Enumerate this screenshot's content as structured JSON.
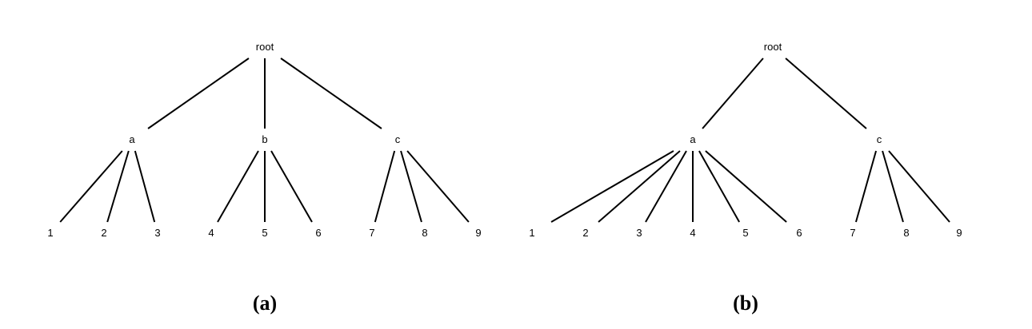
{
  "trees": [
    {
      "caption": "(a)",
      "nodes": [
        {
          "id": "root",
          "label": "root"
        },
        {
          "id": "a",
          "label": "a"
        },
        {
          "id": "b",
          "label": "b"
        },
        {
          "id": "c",
          "label": "c"
        },
        {
          "id": "n1",
          "label": "1"
        },
        {
          "id": "n2",
          "label": "2"
        },
        {
          "id": "n3",
          "label": "3"
        },
        {
          "id": "n4",
          "label": "4"
        },
        {
          "id": "n5",
          "label": "5"
        },
        {
          "id": "n6",
          "label": "6"
        },
        {
          "id": "n7",
          "label": "7"
        },
        {
          "id": "n8",
          "label": "8"
        },
        {
          "id": "n9",
          "label": "9"
        }
      ],
      "edges": [
        [
          "root",
          "a"
        ],
        [
          "root",
          "b"
        ],
        [
          "root",
          "c"
        ],
        [
          "a",
          "n1"
        ],
        [
          "a",
          "n2"
        ],
        [
          "a",
          "n3"
        ],
        [
          "b",
          "n4"
        ],
        [
          "b",
          "n5"
        ],
        [
          "b",
          "n6"
        ],
        [
          "c",
          "n7"
        ],
        [
          "c",
          "n8"
        ],
        [
          "c",
          "n9"
        ]
      ]
    },
    {
      "caption": "(b)",
      "nodes": [
        {
          "id": "root",
          "label": "root"
        },
        {
          "id": "a",
          "label": "a"
        },
        {
          "id": "c",
          "label": "c"
        },
        {
          "id": "n1",
          "label": "1"
        },
        {
          "id": "n2",
          "label": "2"
        },
        {
          "id": "n3",
          "label": "3"
        },
        {
          "id": "n4",
          "label": "4"
        },
        {
          "id": "n5",
          "label": "5"
        },
        {
          "id": "n6",
          "label": "6"
        },
        {
          "id": "n7",
          "label": "7"
        },
        {
          "id": "n8",
          "label": "8"
        },
        {
          "id": "n9",
          "label": "9"
        }
      ],
      "edges": [
        [
          "root",
          "a"
        ],
        [
          "root",
          "c"
        ],
        [
          "a",
          "n1"
        ],
        [
          "a",
          "n2"
        ],
        [
          "a",
          "n3"
        ],
        [
          "a",
          "n4"
        ],
        [
          "a",
          "n5"
        ],
        [
          "a",
          "n6"
        ],
        [
          "c",
          "n7"
        ],
        [
          "c",
          "n8"
        ],
        [
          "c",
          "n9"
        ]
      ]
    }
  ]
}
